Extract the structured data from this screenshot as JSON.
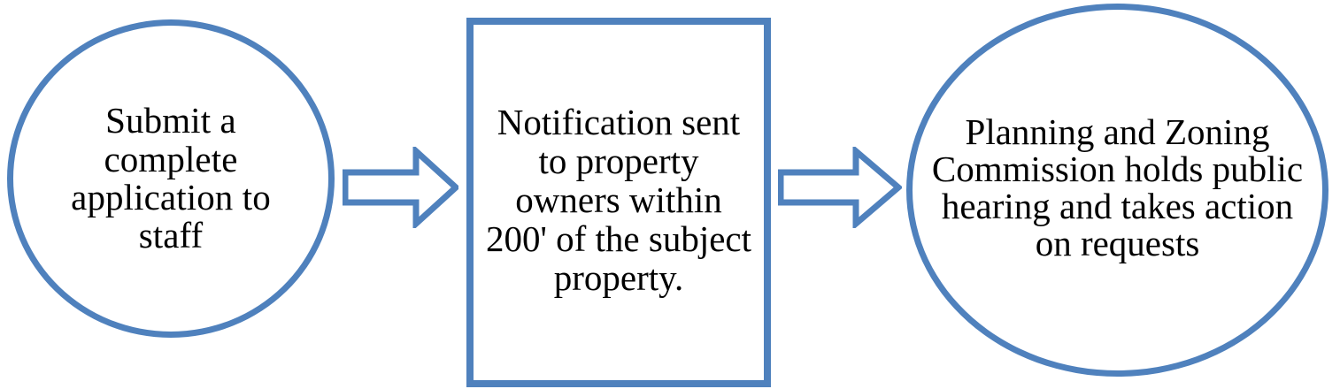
{
  "diagram": {
    "type": "flowchart",
    "orientation": "left-to-right",
    "title": "",
    "background_color": "#ffffff",
    "accent_color": "#4f81bd",
    "text_color": "#000000",
    "nodes": [
      {
        "id": "step-1",
        "shape": "circle",
        "label": "Submit a complete application to staff",
        "fill": "#ffffff",
        "stroke": "#4f81bd"
      },
      {
        "id": "step-2",
        "shape": "rectangle",
        "label": "Notification sent to property owners within 200' of the subject property.",
        "fill": "#ffffff",
        "stroke": "#4f81bd"
      },
      {
        "id": "step-3",
        "shape": "ellipse",
        "label": "Planning and Zoning Commission holds public hearing and takes action on requests",
        "fill": "#ffffff",
        "stroke": "#4f81bd"
      }
    ],
    "connectors": [
      {
        "id": "connector-1",
        "from": "step-1",
        "to": "step-2",
        "style": "block-arrow-outline",
        "direction": "right",
        "label": ""
      },
      {
        "id": "connector-2",
        "from": "step-2",
        "to": "step-3",
        "style": "block-arrow-outline",
        "direction": "right",
        "label": ""
      }
    ]
  }
}
